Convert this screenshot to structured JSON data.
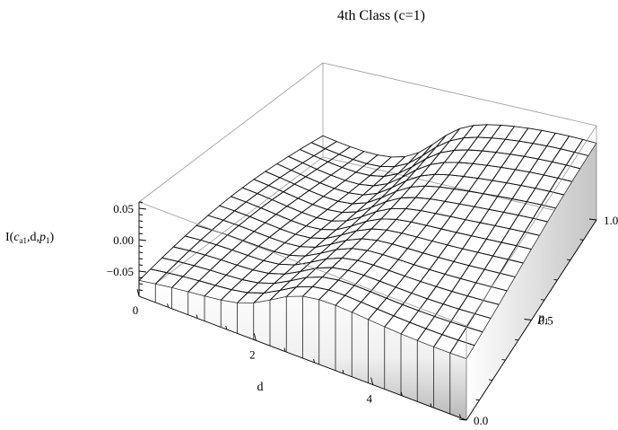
{
  "chart_data": {
    "type": "surface3d",
    "title": "4th Class (c=1)",
    "xlabel": "d",
    "ylabel": "p",
    "ylabel_sub": "1",
    "zlabel_main": "I(",
    "zlabel_c": "c",
    "zlabel_c_sub": "a1",
    "zlabel_mid": ",d,",
    "zlabel_p": "p",
    "zlabel_p_sub": "1",
    "zlabel_end": ")",
    "xlim": [
      0,
      5.6
    ],
    "ylim": [
      0,
      1
    ],
    "zlim": [
      -0.09,
      0.06
    ],
    "x_ticks": [
      {
        "value": 0,
        "label": "0"
      },
      {
        "value": 2,
        "label": "2"
      },
      {
        "value": 4,
        "label": "4"
      }
    ],
    "y_ticks": [
      {
        "value": 0,
        "label": "0.0"
      },
      {
        "value": 0.5,
        "label": "0.5"
      },
      {
        "value": 1,
        "label": "1.0"
      }
    ],
    "z_ticks": [
      {
        "value": 0.05,
        "label": "0.05"
      },
      {
        "value": 0,
        "label": "0.00"
      },
      {
        "value": -0.05,
        "label": "−0.05"
      }
    ],
    "surface_color": "#ffffff",
    "mesh_color": "#111111",
    "box_color": "#9a9a9a"
  }
}
